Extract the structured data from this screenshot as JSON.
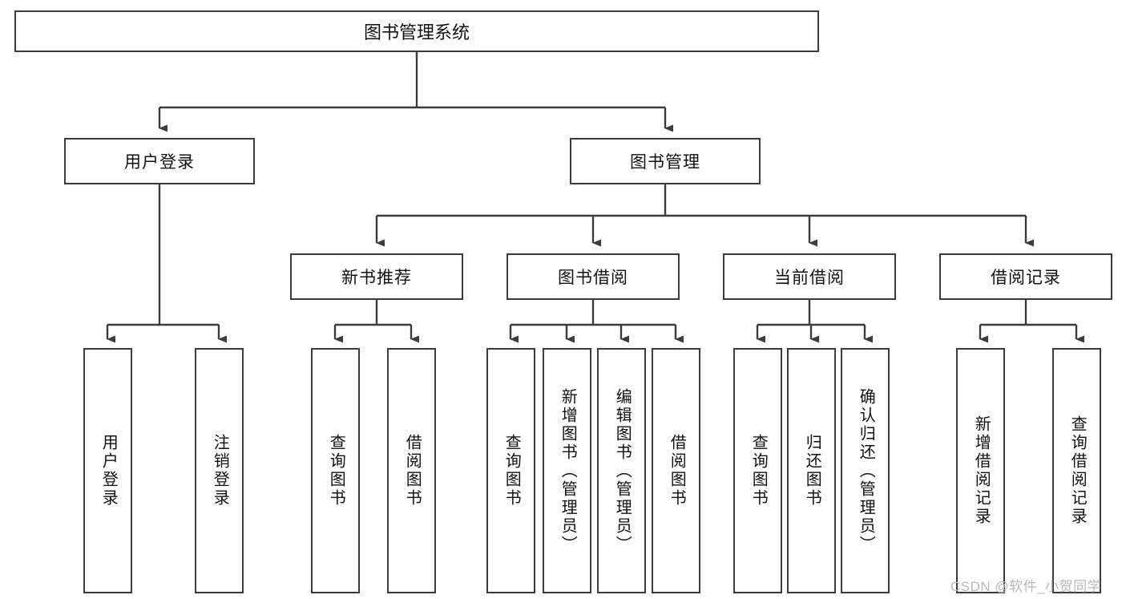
{
  "diagram": {
    "title": "图书管理系统",
    "type": "hierarchy-tree",
    "root": {
      "label": "图书管理系统"
    },
    "level2": [
      {
        "label": "用户登录"
      },
      {
        "label": "图书管理"
      }
    ],
    "level3": [
      {
        "label": "新书推荐"
      },
      {
        "label": "图书借阅"
      },
      {
        "label": "当前借阅"
      },
      {
        "label": "借阅记录"
      }
    ],
    "leaves": {
      "user_login": [
        {
          "label": "用户登录"
        },
        {
          "label": "注销登录"
        }
      ],
      "new_book_recommend": [
        {
          "label": "查询图书"
        },
        {
          "label": "借阅图书"
        }
      ],
      "book_borrow": [
        {
          "label": "查询图书"
        },
        {
          "label": "新增图书（管理员）"
        },
        {
          "label": "编辑图书（管理员）"
        },
        {
          "label": "借阅图书"
        }
      ],
      "current_borrow": [
        {
          "label": "查询图书"
        },
        {
          "label": "归还图书"
        },
        {
          "label": "确认归还（管理员）"
        }
      ],
      "borrow_record": [
        {
          "label": "新增借阅记录"
        },
        {
          "label": "查询借阅记录"
        }
      ]
    }
  },
  "watermark": {
    "text": "CSDN @软件_小贺同学"
  },
  "colors": {
    "border": "#3c3c3c",
    "background": "#ffffff",
    "text": "#111111",
    "watermark": "#b9b9b9"
  }
}
